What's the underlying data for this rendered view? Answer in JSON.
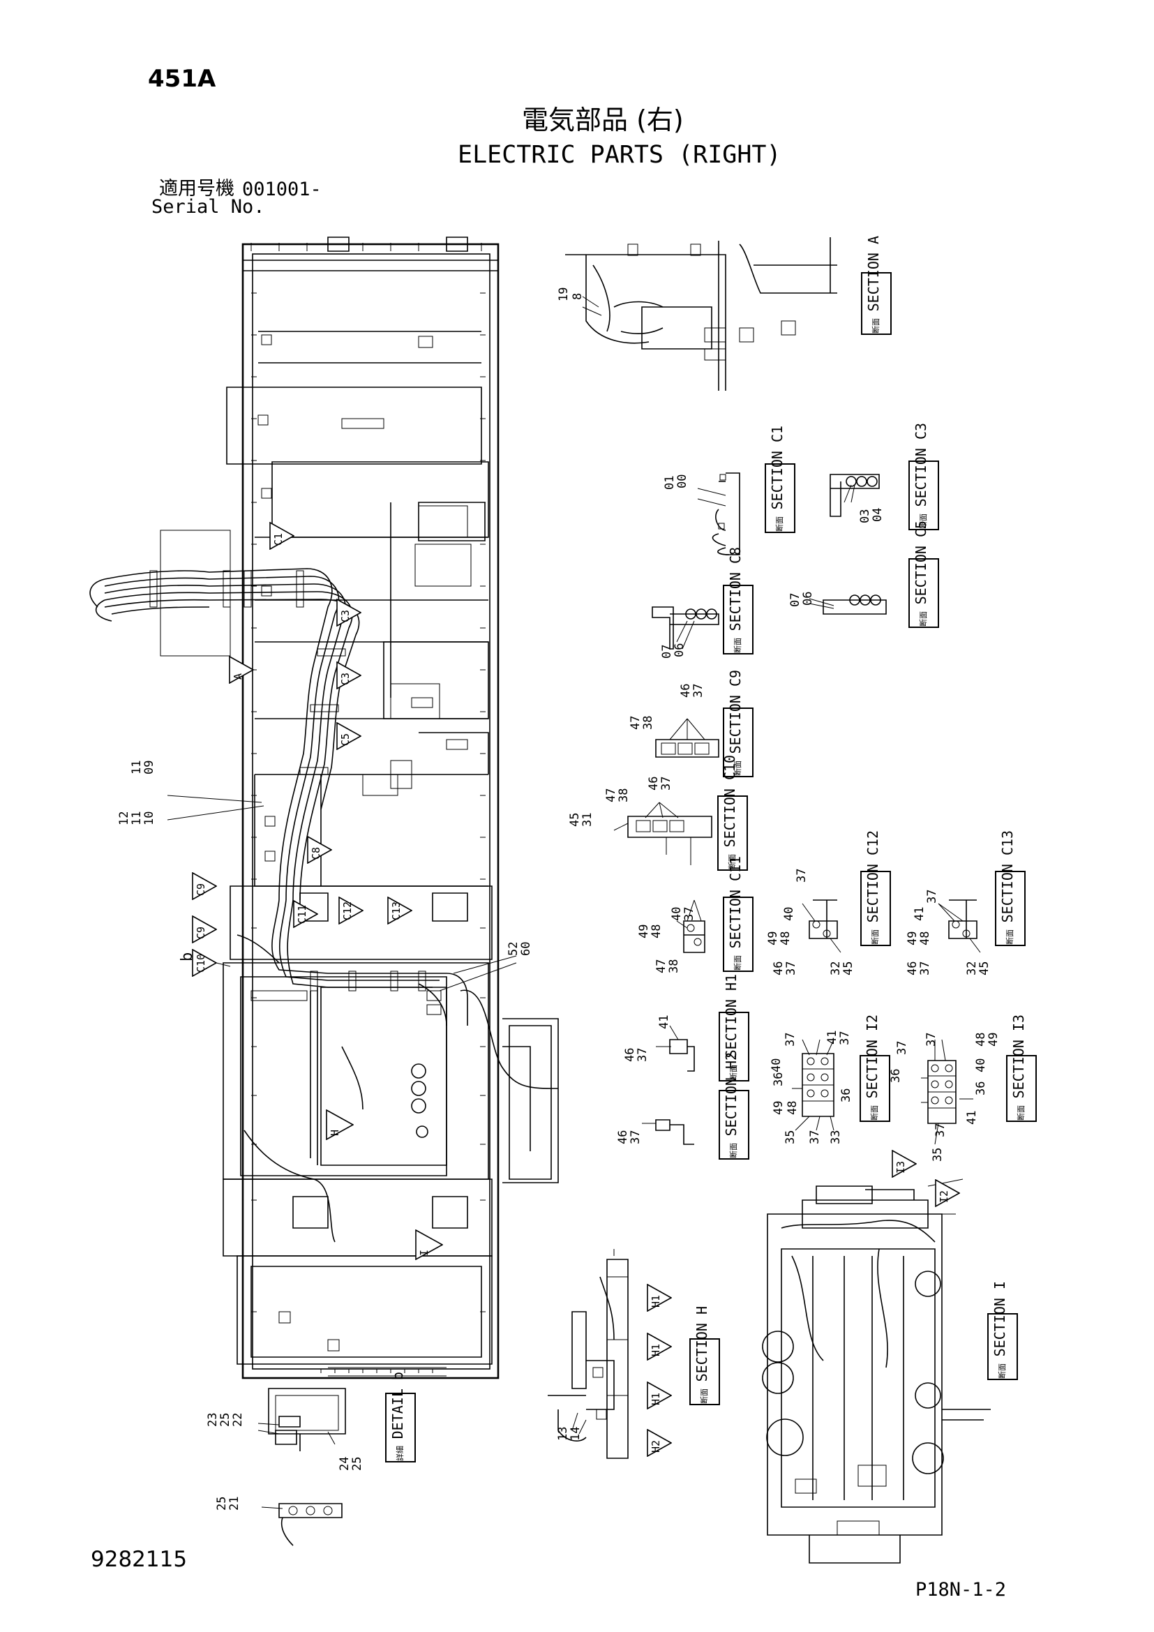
{
  "header": {
    "page_code": "451A",
    "title_jp": "電気部品 (右)",
    "title_en": "ELECTRIC PARTS (RIGHT)",
    "serial_label_jp": "適用号機",
    "serial_value": "001001-",
    "serial_label_en": "Serial No."
  },
  "footer": {
    "drawing_number": "9282115",
    "page_ref": "P18N-1-2"
  },
  "section_boxes": [
    {
      "id": "A",
      "jp": "断面",
      "label": "SECTION A"
    },
    {
      "id": "C1",
      "jp": "断面",
      "label": "SECTION C1"
    },
    {
      "id": "C3",
      "jp": "断面",
      "label": "SECTION C3"
    },
    {
      "id": "C5",
      "jp": "断面",
      "label": "SECTION C5"
    },
    {
      "id": "C8",
      "jp": "断面",
      "label": "SECTION C8"
    },
    {
      "id": "C9",
      "jp": "断面",
      "label": "SECTION C9"
    },
    {
      "id": "C10",
      "jp": "断面",
      "label": "SECTION C10"
    },
    {
      "id": "C11",
      "jp": "断面",
      "label": "SECTION C11"
    },
    {
      "id": "C12",
      "jp": "断面",
      "label": "SECTION C12"
    },
    {
      "id": "C13",
      "jp": "断面",
      "label": "SECTION C13"
    },
    {
      "id": "H1",
      "jp": "断面",
      "label": "SECTION H1"
    },
    {
      "id": "H2",
      "jp": "断面",
      "label": "SECTION H2"
    },
    {
      "id": "I2",
      "jp": "断面",
      "label": "SECTION I2"
    },
    {
      "id": "I3",
      "jp": "断面",
      "label": "SECTION I3"
    },
    {
      "id": "H",
      "jp": "断面",
      "label": "SECTION H"
    },
    {
      "id": "I",
      "jp": "断面",
      "label": "SECTION I"
    },
    {
      "id": "b",
      "jp": "詳細",
      "label": "DETAIL b"
    }
  ],
  "view_flags": [
    "C1",
    "C3",
    "C3",
    "A",
    "C5",
    "C8",
    "C9",
    "C9",
    "C10",
    "C11",
    "C12",
    "C13",
    "H",
    "I",
    "H1",
    "H1",
    "H1",
    "H2",
    "I3",
    "I2"
  ],
  "detail_marker": "b",
  "callouts": {
    "a_19_8": [
      "19",
      "8"
    ],
    "c1": [
      "01",
      "00"
    ],
    "c3": [
      "03",
      "04"
    ],
    "c5": [
      "07",
      "06"
    ],
    "c8": [
      "07",
      "06"
    ],
    "c9": [
      "47",
      "38",
      "46",
      "37"
    ],
    "c10": [
      "45",
      "31",
      "47",
      "38",
      "46",
      "37"
    ],
    "c11": [
      "49",
      "48",
      "40",
      "37",
      "47",
      "38"
    ],
    "c12": [
      "49",
      "48",
      "40",
      "37",
      "46",
      "37",
      "32",
      "45"
    ],
    "c13": [
      "49",
      "48",
      "41",
      "37",
      "46",
      "37",
      "32",
      "45"
    ],
    "h1": [
      "41",
      "46",
      "37"
    ],
    "h2": [
      "46",
      "37"
    ],
    "i2": [
      "37",
      "40",
      "41",
      "36",
      "37",
      "36",
      "49",
      "48",
      "35",
      "37",
      "33"
    ],
    "i3": [
      "48",
      "49",
      "40",
      "37",
      "36",
      "37",
      "36",
      "35",
      "37",
      "41"
    ],
    "main_left": [
      "12",
      "11",
      "10",
      "11",
      "09"
    ],
    "main_52_60": [
      "52",
      "60"
    ],
    "section_h": [
      "13",
      "14"
    ],
    "detail_b_top": [
      "23",
      "25",
      "22"
    ],
    "detail_b_mid": [
      "24",
      "25"
    ],
    "detail_b_bot": [
      "25",
      "21"
    ]
  }
}
